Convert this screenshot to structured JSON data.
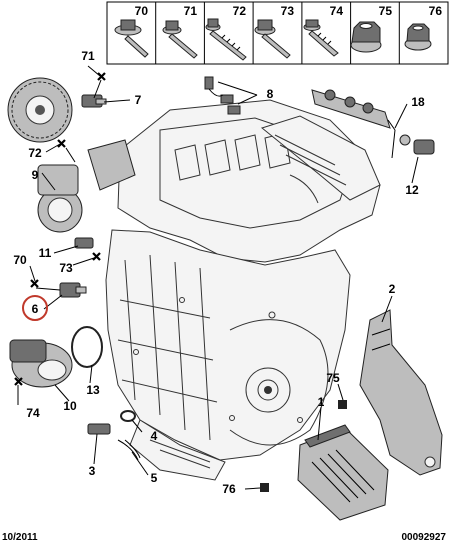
{
  "fastener_table": {
    "cells": [
      {
        "label": "70",
        "icon": "bolt-flange-washer-icon"
      },
      {
        "label": "71",
        "icon": "bolt-shouldered-icon"
      },
      {
        "label": "72",
        "icon": "bolt-long-thread-icon"
      },
      {
        "label": "73",
        "icon": "bolt-hex-flange-icon"
      },
      {
        "label": "74",
        "icon": "screw-self-tapping-icon"
      },
      {
        "label": "75",
        "icon": "nut-flange-icon"
      },
      {
        "label": "76",
        "icon": "nut-flange-small-icon"
      }
    ]
  },
  "callouts": {
    "n1": "1",
    "n2": "2",
    "n3": "3",
    "n4": "4",
    "n5": "5",
    "n6": "6",
    "n7": "7",
    "n8": "8",
    "n9": "9",
    "n10": "10",
    "n11": "11",
    "n12": "12",
    "n13": "13",
    "n18": "18",
    "n70": "70",
    "n71": "71",
    "n72": "72",
    "n73": "73",
    "n74": "74",
    "n75": "75",
    "n76": "76"
  },
  "highlighted_callout": "6",
  "colors": {
    "highlight_circle": "#c0392b",
    "parts_grey": "#bdbdbd",
    "parts_dark": "#6f6f6f"
  },
  "footer": {
    "date": "10/2011",
    "reference": "00092927"
  }
}
